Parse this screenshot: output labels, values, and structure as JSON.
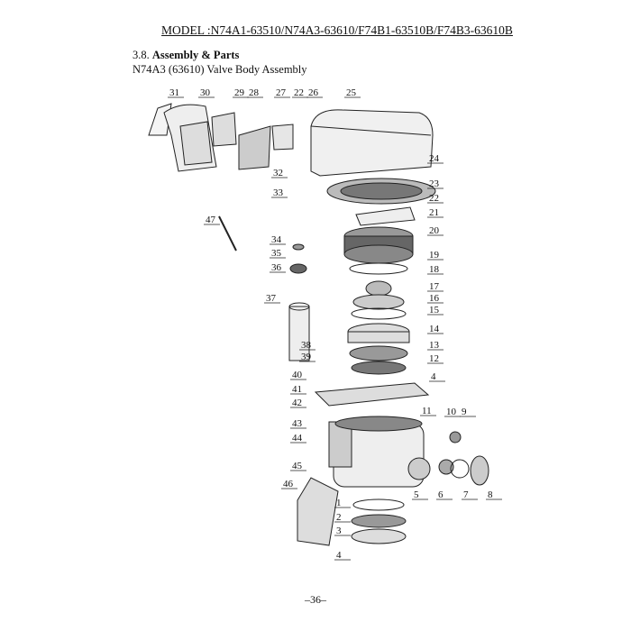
{
  "header": {
    "model_line": "MODEL :N74A1-63510/N74A3-63610/F74B1-63510B/F74B3-63610B",
    "section_number": "3.8.",
    "section_title": "Assembly & Parts",
    "subtitle": "N74A3 (63610) Valve Body Assembly"
  },
  "diagram": {
    "callouts": [
      "31",
      "30",
      "29",
      "28",
      "27",
      "22",
      "26",
      "25",
      "24",
      "23",
      "22",
      "21",
      "20",
      "19",
      "18",
      "17",
      "16",
      "15",
      "14",
      "13",
      "12",
      "4",
      "11",
      "10",
      "9",
      "8",
      "7",
      "6",
      "5",
      "1",
      "2",
      "3",
      "4",
      "46",
      "45",
      "44",
      "43",
      "42",
      "41",
      "40",
      "39",
      "38",
      "37",
      "36",
      "35",
      "34",
      "47",
      "33",
      "32"
    ]
  },
  "footer": {
    "page_number": "–36–"
  }
}
